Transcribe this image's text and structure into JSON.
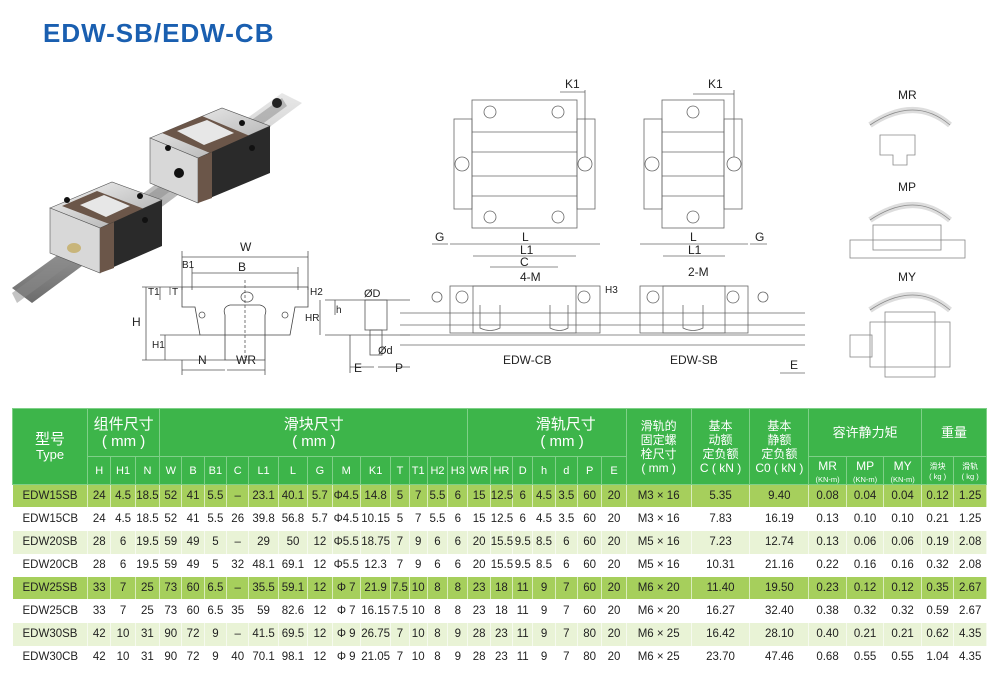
{
  "title": "EDW-SB/EDW-CB",
  "figures": {
    "cross_section_labels": {
      "W": "W",
      "B": "B",
      "B1": "B1",
      "T": "T",
      "T1": "T1",
      "H": "H",
      "H1": "H1",
      "H2": "H2",
      "N": "N",
      "WR": "WR"
    },
    "rail_labels": {
      "D": "ØD",
      "h": "h",
      "HR": "HR",
      "d": "Ød",
      "E": "E",
      "P": "P"
    },
    "side_view_labels": {
      "G_left": "G",
      "L_cb": "L",
      "L1_cb": "L1",
      "C": "C",
      "M_cb": "4-M",
      "H3": "H3",
      "L_sb": "L",
      "L1_sb": "L1",
      "M_sb": "2-M",
      "G_right": "G",
      "E": "E"
    },
    "side_view_captions": {
      "cb": "EDW-CB",
      "sb": "EDW-SB"
    },
    "top_view_labels": {
      "K1_cb": "K1",
      "K1_sb": "K1"
    },
    "moment_labels": {
      "MR": "MR",
      "MP": "MP",
      "MY": "MY"
    }
  },
  "table": {
    "header": {
      "type_cn": "型号",
      "type_en": "Type",
      "assembly_cn": "组件尺寸",
      "assembly_unit": "( mm )",
      "block_cn": "滑块尺寸",
      "block_unit": "( mm )",
      "rail_cn": "滑轨尺寸",
      "rail_unit": "( mm )",
      "bolt_line1": "滑轨的",
      "bolt_line2": "固定螺",
      "bolt_line3": "栓尺寸",
      "bolt_unit": "( mm )",
      "dyn_line1": "基本",
      "dyn_line2": "动额",
      "dyn_line3": "定负额",
      "dyn_unit": "C ( kN )",
      "stat_line1": "基本",
      "stat_line2": "静额",
      "stat_line3": "定负额",
      "stat_unit": "C0 ( kN )",
      "moment_cn": "容许静力矩",
      "weight_cn": "重量",
      "mr": "MR",
      "mp": "MP",
      "my": "MY",
      "moment_unit": "(KN-m)",
      "w_block": "滑块",
      "w_rail": "滑轨",
      "w_unit": "( kg )",
      "sub_cols": [
        "H",
        "H1",
        "N",
        "W",
        "B",
        "B1",
        "C",
        "L1",
        "L",
        "G",
        "M",
        "K1",
        "T",
        "T1",
        "H2",
        "H3",
        "WR",
        "HR",
        "D",
        "h",
        "d",
        "P",
        "E"
      ]
    },
    "rows": [
      {
        "style": "hl",
        "cells": [
          "EDW15SB",
          "24",
          "4.5",
          "18.5",
          "52",
          "41",
          "5.5",
          "–",
          "23.1",
          "40.1",
          "5.7",
          "Φ4.5",
          "14.8",
          "5",
          "7",
          "5.5",
          "6",
          "15",
          "12.5",
          "6",
          "4.5",
          "3.5",
          "60",
          "20",
          "M3 × 16",
          "5.35",
          "9.40",
          "0.08",
          "0.04",
          "0.04",
          "0.12",
          "1.25"
        ]
      },
      {
        "style": "wh",
        "cells": [
          "EDW15CB",
          "24",
          "4.5",
          "18.5",
          "52",
          "41",
          "5.5",
          "26",
          "39.8",
          "56.8",
          "5.7",
          "Φ4.5",
          "10.15",
          "5",
          "7",
          "5.5",
          "6",
          "15",
          "12.5",
          "6",
          "4.5",
          "3.5",
          "60",
          "20",
          "M3 × 16",
          "7.83",
          "16.19",
          "0.13",
          "0.10",
          "0.10",
          "0.21",
          "1.25"
        ]
      },
      {
        "style": "lt",
        "cells": [
          "EDW20SB",
          "28",
          "6",
          "19.5",
          "59",
          "49",
          "5",
          "–",
          "29",
          "50",
          "12",
          "Φ5.5",
          "18.75",
          "7",
          "9",
          "6",
          "6",
          "20",
          "15.5",
          "9.5",
          "8.5",
          "6",
          "60",
          "20",
          "M5 × 16",
          "7.23",
          "12.74",
          "0.13",
          "0.06",
          "0.06",
          "0.19",
          "2.08"
        ]
      },
      {
        "style": "wh",
        "cells": [
          "EDW20CB",
          "28",
          "6",
          "19.5",
          "59",
          "49",
          "5",
          "32",
          "48.1",
          "69.1",
          "12",
          "Φ5.5",
          "12.3",
          "7",
          "9",
          "6",
          "6",
          "20",
          "15.5",
          "9.5",
          "8.5",
          "6",
          "60",
          "20",
          "M5 × 16",
          "10.31",
          "21.16",
          "0.22",
          "0.16",
          "0.16",
          "0.32",
          "2.08"
        ]
      },
      {
        "style": "hl",
        "cells": [
          "EDW25SB",
          "33",
          "7",
          "25",
          "73",
          "60",
          "6.5",
          "–",
          "35.5",
          "59.1",
          "12",
          "Φ 7",
          "21.9",
          "7.5",
          "10",
          "8",
          "8",
          "23",
          "18",
          "11",
          "9",
          "7",
          "60",
          "20",
          "M6 × 20",
          "11.40",
          "19.50",
          "0.23",
          "0.12",
          "0.12",
          "0.35",
          "2.67"
        ]
      },
      {
        "style": "wh",
        "cells": [
          "EDW25CB",
          "33",
          "7",
          "25",
          "73",
          "60",
          "6.5",
          "35",
          "59",
          "82.6",
          "12",
          "Φ 7",
          "16.15",
          "7.5",
          "10",
          "8",
          "8",
          "23",
          "18",
          "11",
          "9",
          "7",
          "60",
          "20",
          "M6 × 20",
          "16.27",
          "32.40",
          "0.38",
          "0.32",
          "0.32",
          "0.59",
          "2.67"
        ]
      },
      {
        "style": "lt",
        "cells": [
          "EDW30SB",
          "42",
          "10",
          "31",
          "90",
          "72",
          "9",
          "–",
          "41.5",
          "69.5",
          "12",
          "Φ 9",
          "26.75",
          "7",
          "10",
          "8",
          "9",
          "28",
          "23",
          "11",
          "9",
          "7",
          "80",
          "20",
          "M6 × 25",
          "16.42",
          "28.10",
          "0.40",
          "0.21",
          "0.21",
          "0.62",
          "4.35"
        ]
      },
      {
        "style": "wh",
        "cells": [
          "EDW30CB",
          "42",
          "10",
          "31",
          "90",
          "72",
          "9",
          "40",
          "70.1",
          "98.1",
          "12",
          "Φ 9",
          "21.05",
          "7",
          "10",
          "8",
          "9",
          "28",
          "23",
          "11",
          "9",
          "7",
          "80",
          "20",
          "M6 × 25",
          "23.70",
          "47.46",
          "0.68",
          "0.55",
          "0.55",
          "1.04",
          "4.35"
        ]
      }
    ]
  },
  "colors": {
    "title_blue": "#1a5fb0",
    "header_green": "#3db54a",
    "row_highlight": "#a6cf5c",
    "row_light": "#e9f3d6"
  }
}
